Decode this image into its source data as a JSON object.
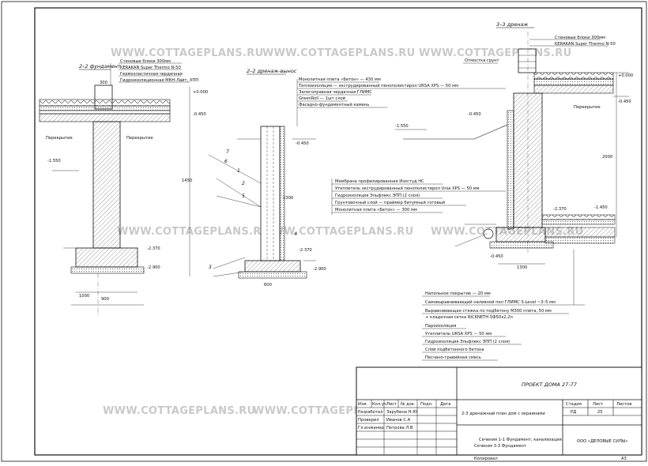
{
  "watermark": "WWW.COTTAGEPLANS.RU",
  "sections": {
    "s22_left": {
      "title": "2–2 фундамент",
      "labels": [
        "Стеновые блоки 300мм",
        "KERAKAN Super Thermo N-50",
        "Гермоэластичная чердачная",
        "Гидроизоляционная МКН-Лайт, ХПП"
      ],
      "note_left": "Перекрытие",
      "note_right": "Перекрытие",
      "dims": [
        "300",
        "+0.000",
        "-0.450",
        "-1.550",
        "-2.370",
        "-2.900",
        "900",
        "1450",
        "1000"
      ]
    },
    "s22_right": {
      "title": "2–2 дренаж-вынос",
      "list": [
        "Монолитная плита «Бетон» — 430 мм",
        "Теплоизоляция — экструдированный пенополистирол URSA XPS — 50 мм",
        "Залогоправная чердачная ГЛИМС",
        "GreenRoll — 1шт слой",
        "Фасадно-фундаментный камень"
      ],
      "marks": [
        "7",
        "1",
        "2",
        "3",
        "4",
        "5",
        "6"
      ],
      "dims": [
        "-0.450",
        "-2.370",
        "-2.900",
        "600",
        "1300"
      ]
    },
    "s33": {
      "title": "3–3 дренаж",
      "labels": [
        "Стеновые блоки 300мм",
        "KERAKAN Super Thermo N-50"
      ],
      "note_left": "Отмостка грунт",
      "note_right": "Перекрытие",
      "dims": [
        "+0.000",
        "-0.450",
        "-0.450",
        "-1.550",
        "-2.370",
        "-1.450",
        "-0.450",
        "2000",
        "1300"
      ]
    },
    "mid_list": [
      "Мембрана профилированная Изостуд НС",
      "Утеплитель экструдированный пенополистирол Ursa XPS — 50 мм",
      "Гидроизоляция Эльфлекс ЭПП (2 слоя)",
      "Грунтовочный слой — праймер битумный готовый",
      "Монолитная плита «Бетон» — 300 мм"
    ],
    "bottom_list": [
      "Напольное покрытие — 20 мм",
      "Самовыравнивающий наливной пол ГЛИМС S-Level ~3–5 мм",
      "Выравнивающая стяжка по подбетону М300 плита, 50 мм",
      "+ кладочная сетка RICKNETH 5Ф50х2,2п",
      "Пароизоляция",
      "Утеплитель URSA XPS — 50 мм",
      "Гидроизоляция Эльфлекс ЭПП (2 слоя)",
      "Слой подбетонного бетона",
      "Песчано-гравийная смесь"
    ]
  },
  "title_block": {
    "project": "ПРОЕКТ ДОМА 27-77",
    "description": "2-3 дренажный план дом с окраинами",
    "sheet_title": "Сечения 1-1 Фундамент, канализация\nСечения 3-3 Фундамент",
    "stage_h": "Стадия",
    "sheet_h": "Лист",
    "sheets_h": "Листов",
    "stage": "РД",
    "sheet": "25",
    "sheets": "",
    "company": "ООО «ДЕЛОВЫЕ СИЛЫ»",
    "format_label": "Копировал",
    "format": "А3",
    "cols": [
      "Изм.",
      "Кол.уч",
      "Лист",
      "№ док.",
      "Подп.",
      "Дата"
    ],
    "roles": [
      {
        "role": "Разработал",
        "name": "Зарубина Н.Ю"
      },
      {
        "role": "Проверил",
        "name": "Иванов С.А"
      },
      {
        "role": "Гл.инженер",
        "name": "Петрова Л.В"
      }
    ]
  }
}
